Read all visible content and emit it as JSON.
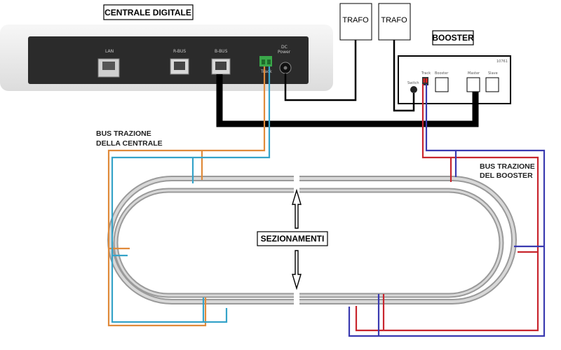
{
  "labels": {
    "centrale": "CENTRALE DIGITALE",
    "booster": "BOOSTER",
    "trafo_1": "TRAFO",
    "trafo_2": "TRAFO",
    "sezionamenti": "SEZIONAMENTI",
    "bus_centrale_line1": "BUS TRAZIONE",
    "bus_centrale_line2": "DELLA CENTRALE",
    "bus_booster_line1": "BUS TRAZIONE",
    "bus_booster_line2": "DEL BOOSTER"
  },
  "centrale_ports": {
    "lan": "LAN",
    "r_bus": "R-BUS",
    "b_bus": "B-BUS",
    "track": "Track",
    "dc_line1": "DC",
    "dc_line2": "Power"
  },
  "booster_ports": {
    "model": "10761",
    "track": "Track",
    "booster": "Booster",
    "master": "Master",
    "slave": "Slave",
    "switch": "Switch"
  },
  "colors": {
    "bus_centrale_orange": "#e08a3a",
    "bus_centrale_blue": "#35a3c9",
    "bus_booster_red": "#c8262e",
    "bus_booster_blue": "#3a3ab0",
    "bbus_cable": "#000000",
    "track_grey": "#a9a9a9"
  }
}
